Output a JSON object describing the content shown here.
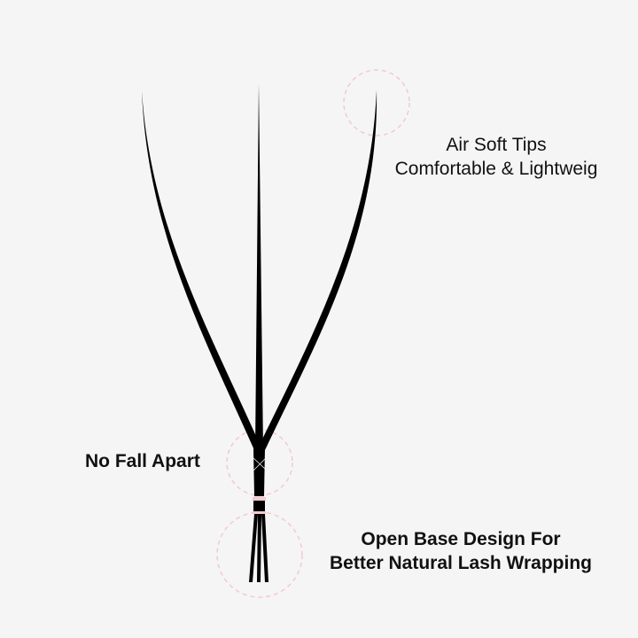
{
  "labels": {
    "tips": {
      "line1": "Air Soft Tips",
      "line2": "Comfortable & Lightweig"
    },
    "apart": "No Fall Apart",
    "base": {
      "line1": "Open Base Design For",
      "line2": "Better Natural Lash Wrapping"
    }
  },
  "colors": {
    "background": "#f5f5f5",
    "lash": "#000000",
    "highlight_circle": "#f4c9cf",
    "text": "#111111"
  }
}
